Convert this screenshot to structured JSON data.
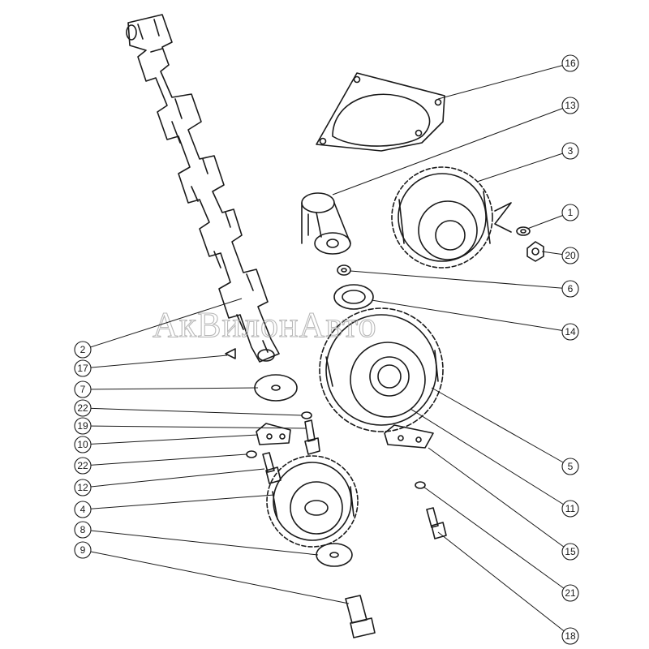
{
  "watermark": "АкВилонАвто",
  "callouts": [
    "1",
    "2",
    "3",
    "4",
    "5",
    "6",
    "7",
    "8",
    "9",
    "10",
    "11",
    "12",
    "13",
    "14",
    "15",
    "16",
    "17",
    "18",
    "19",
    "20",
    "21",
    "22"
  ]
}
